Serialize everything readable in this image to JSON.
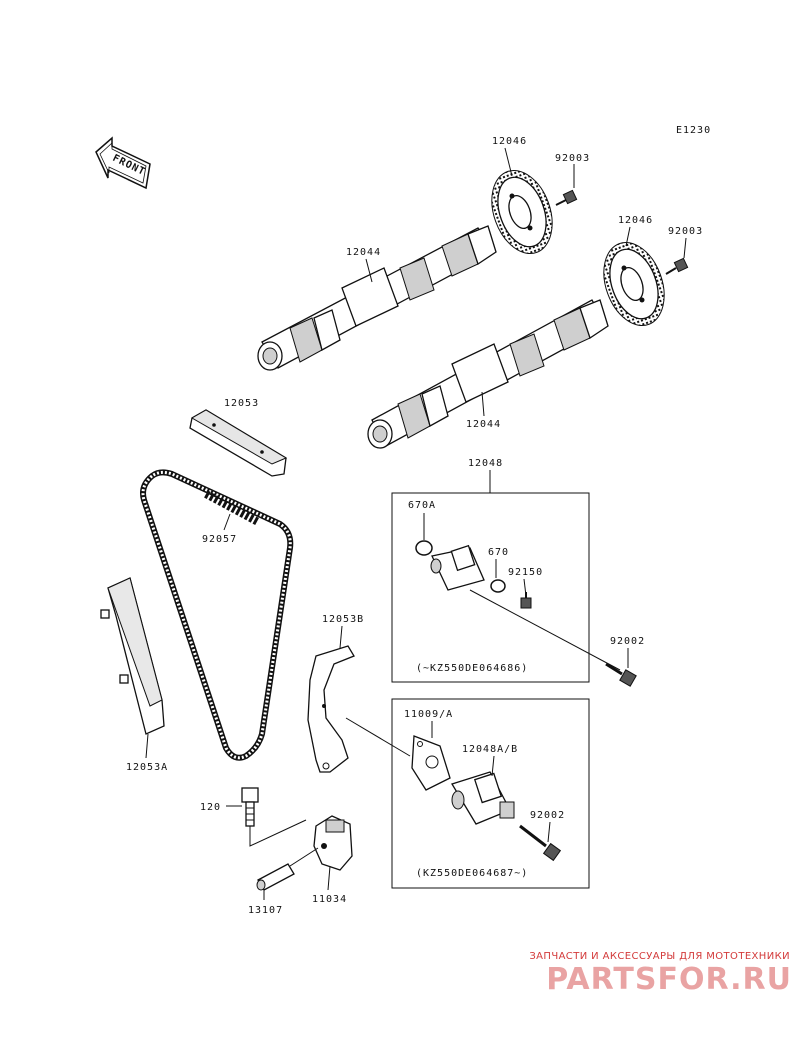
{
  "diagram_code": "E1230",
  "front_label": "FRONT",
  "labels": {
    "sprocket_upper": "12046",
    "bolt_upper": "92003",
    "sprocket_lower": "12046",
    "bolt_lower": "92003",
    "camshaft_upper": "12044",
    "camshaft_lower": "12044",
    "guide_top": "12053",
    "chain": "92057",
    "tensioner_assy": "12048",
    "oring_a": "670A",
    "oring": "670",
    "bolt_tensioner_small": "92150",
    "bolt_92002_a": "92002",
    "guide_b": "12053B",
    "guide_a": "12053A",
    "gasket": "11009/A",
    "tensioner_ab": "12048A/B",
    "bolt_92002_b": "92002",
    "bolt_120": "120",
    "bracket": "11034",
    "pin": "13107"
  },
  "serial_notes": {
    "box_upper": "(~KZ550DE064686)",
    "box_lower": "(KZ550DE064687~)"
  },
  "watermark": {
    "tagline": "ЗАПЧАСТИ И АКСЕССУАРЫ ДЛЯ МОТОТЕХНИКИ",
    "logo": "PARTSFOR.RU"
  }
}
